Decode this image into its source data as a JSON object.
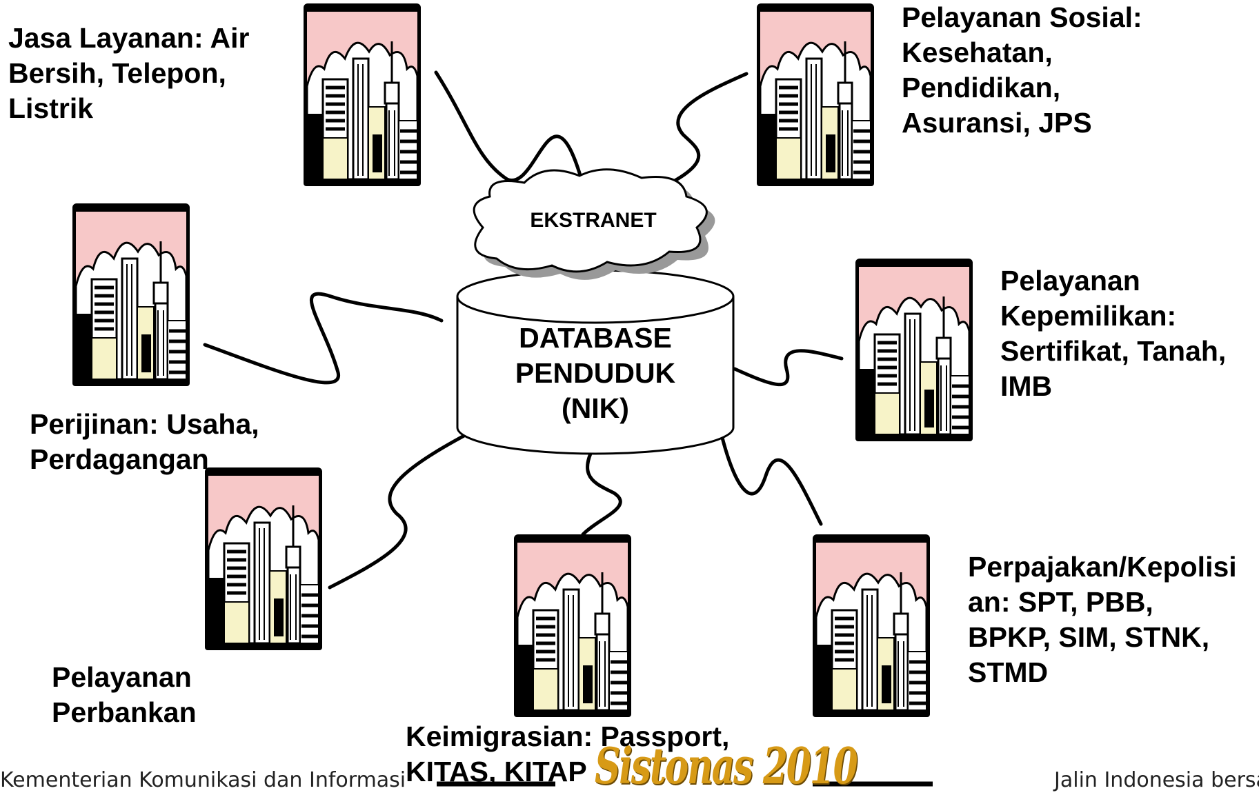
{
  "center": {
    "database_lines": [
      "DATABASE",
      "PENDUDUK",
      "(NIK)"
    ],
    "cloud_label": "EKSTRANET"
  },
  "labels": {
    "jasa": [
      "Jasa Layanan: Air",
      "Bersih, Telepon,",
      "Listrik"
    ],
    "sosial": [
      "Pelayanan Sosial:",
      "Kesehatan,",
      "Pendidikan,",
      "Asuransi, JPS"
    ],
    "kepemilikan": [
      "Pelayanan",
      "Kepemilikan:",
      "Sertifikat, Tanah,",
      "IMB"
    ],
    "perijinan": [
      "Perijinan: Usaha,",
      "Perdagangan"
    ],
    "perbankan": [
      "Pelayanan",
      "Perbankan"
    ],
    "keimigrasian": [
      "Keimigrasian: Passport,",
      "KITAS, KITAP"
    ],
    "perpajakan": [
      "Perpajakan/Kepolisi",
      "an: SPT, PBB,",
      "BPKP, SIM, STNK,",
      "STMD"
    ]
  },
  "footer": {
    "left_text": "Kementerian Komunikasi dan Informasi",
    "right_text": "Jalin Indonesia bersa",
    "logo_text": "Sistonas 2010"
  },
  "colors": {
    "sky": "#f7c8c8",
    "window_cream": "#f7f3c8",
    "line": "#000000"
  },
  "icons": [
    "city-building-icon"
  ]
}
